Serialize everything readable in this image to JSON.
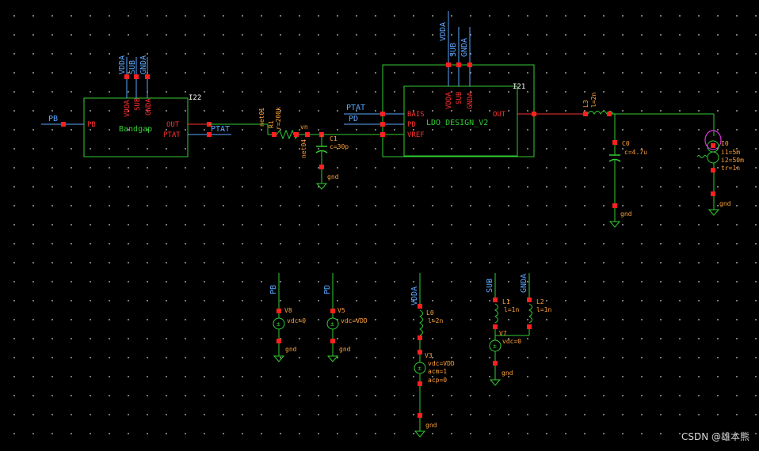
{
  "watermark": "CSDN @雄本熊",
  "bandgap": {
    "inst": "I22",
    "name": "Bandgap",
    "pins_top": [
      "VDDA",
      "SUB",
      "GNDA"
    ],
    "pin_in": "PB",
    "pin_out": "OUT",
    "pin_ptat": "PTAT",
    "net_in": "PB",
    "net_ptat": "PTAT"
  },
  "ldo": {
    "inst": "I21",
    "name": "LDO_DESIGN_V2",
    "pins_top": [
      "VDDA",
      "SUB",
      "GNDA"
    ],
    "pins_left": [
      "BAIS",
      "PD",
      "VREF"
    ],
    "pin_out": "OUT",
    "nets_left": [
      "PTAT",
      "PD"
    ],
    "nets_top": [
      "VDDA",
      "SUB",
      "GNDA"
    ]
  },
  "r_filter": {
    "inst": "R1",
    "value": "r=200k",
    "net_a": "net01",
    "net_b": "vn",
    "net_c": "net04"
  },
  "c_filter": {
    "inst": "C1",
    "value": "c=30p",
    "gnd": "gnd"
  },
  "l_out": {
    "inst": "L3",
    "value": "l=2n"
  },
  "c_out": {
    "inst": "C0",
    "value": "c=4.7u",
    "gnd": "gnd"
  },
  "i_load": {
    "inst": "I0",
    "params": [
      "i1=5m",
      "i2=50m",
      "tr=1n"
    ],
    "gnd": "gnd"
  },
  "v_pb": {
    "net": "PB",
    "inst": "V8",
    "value": "vdc=0",
    "gnd": "gnd"
  },
  "v_pd": {
    "net": "PD",
    "inst": "V5",
    "value": "vdc=VDD",
    "gnd": "gnd"
  },
  "v_vdda": {
    "net": "VDDA",
    "l_inst": "L0",
    "l_value": "l=2n",
    "inst": "V3",
    "params": [
      "vdc=VDD",
      "acm=1",
      "acp=0"
    ],
    "gnd": "gnd"
  },
  "v_sub": {
    "net_sub": "SUB",
    "net_gnda": "GNDA",
    "l1_inst": "L1",
    "l1_value": "l=1n",
    "l2_inst": "L2",
    "l2_value": "l=1n",
    "inst": "V7",
    "value": "vdc=0",
    "gnd": "gnd"
  }
}
